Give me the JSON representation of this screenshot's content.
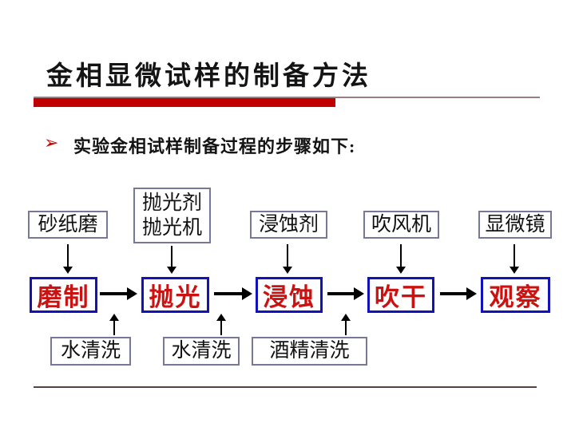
{
  "slide": {
    "title": "金相显微试样的制备方法",
    "bullet": {
      "marker": "➢",
      "text": "实验金相试样制备过程的步骤如下:"
    }
  },
  "flowchart": {
    "inputs": [
      {
        "label": "砂纸磨"
      },
      {
        "label": "抛光剂\n抛光机"
      },
      {
        "label": "浸蚀剂"
      },
      {
        "label": "吹风机"
      },
      {
        "label": "显微镜"
      }
    ],
    "steps": [
      {
        "label": "磨制"
      },
      {
        "label": "抛光"
      },
      {
        "label": "浸蚀"
      },
      {
        "label": "吹干"
      },
      {
        "label": "观察"
      }
    ],
    "cleaning": [
      {
        "label": "水清洗"
      },
      {
        "label": "水清洗"
      },
      {
        "label": "酒精清洗"
      }
    ]
  },
  "colors": {
    "step_border": "#1212bb",
    "step_text": "#cc1111",
    "input_border": "#777799",
    "title_bar_red": "#c00000",
    "title_line": "#9d7d7d",
    "bottom_rule": "#564040",
    "bullet_marker_red": "#cc0000",
    "arrow_black": "#000000"
  }
}
